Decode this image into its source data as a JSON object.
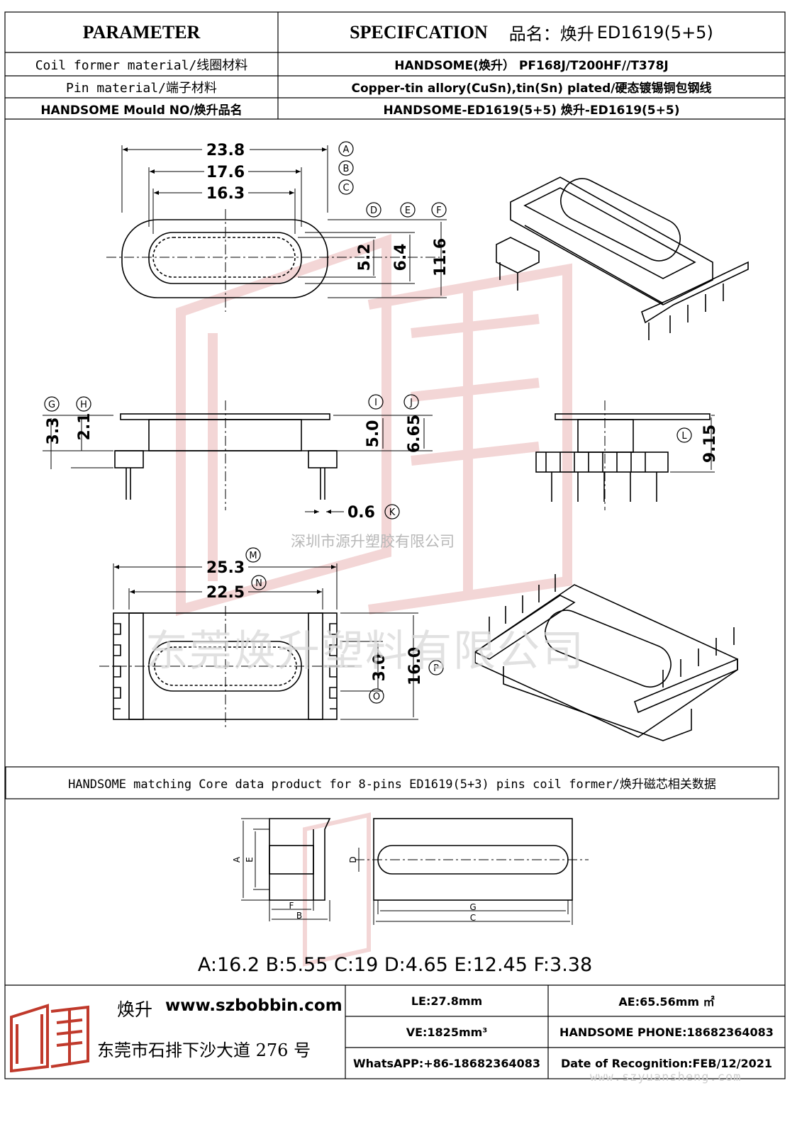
{
  "header": {
    "parameter": "PARAMETER",
    "specification": "SPECIFCATION",
    "product_name_label": "品名：焕升",
    "product_name_value": "ED1619(5+5)"
  },
  "rows": [
    {
      "label": "Coil former material/线圈材料",
      "value": "HANDSOME(焕升）  PF168J/T200HF//T378J"
    },
    {
      "label": "Pin material/端子材料",
      "value": "Copper-tin allory(CuSn),tin(Sn) plated/硬态镀锡铜包钢线"
    },
    {
      "label": "HANDSOME Mould NO/焕升品名",
      "value": "HANDSOME-ED1619(5+5)  焕升-ED1619(5+5)"
    }
  ],
  "drawing": {
    "top_view": {
      "dims": [
        "23.8",
        "17.6",
        "16.3"
      ],
      "callouts_w": [
        "A",
        "B",
        "C"
      ],
      "heights": [
        "5.2",
        "6.4",
        "11.6"
      ],
      "callouts_h": [
        "D",
        "E",
        "F"
      ]
    },
    "side_view": {
      "dims_left": [
        "3.3",
        "2.1"
      ],
      "callouts_left": [
        "G",
        "H"
      ],
      "dims_right": [
        "5.0",
        "6.65"
      ],
      "callouts_right": [
        "I",
        "J"
      ],
      "pin": "0.6",
      "pin_callout": "K"
    },
    "end_view": {
      "dim": "9.15",
      "callout": "L"
    },
    "bottom_view": {
      "dims_w": [
        "25.3",
        "22.5"
      ],
      "callouts_w": [
        "M",
        "N"
      ],
      "dims_h": [
        "3.0",
        "16.0"
      ],
      "callouts_h": [
        "O",
        "P"
      ]
    },
    "watermark_company": "深圳市源升塑胶有限公司",
    "watermark_big": "东莞焕升塑料有限公司"
  },
  "core_section": {
    "title": "HANDSOME matching Core data  product for 8-pins ED1619(5+3) pins coil former/焕升磁芯相关数据",
    "core_labels": [
      "A",
      "E",
      "F",
      "B",
      "D",
      "G",
      "C"
    ],
    "core_values": "A:16.2 B:5.55 C:19 D:4.65 E:12.45 F:3.38"
  },
  "footer": {
    "brand": "焕升",
    "website": "www.szbobbin.com",
    "address": "东莞市石排下沙大道 276 号",
    "cells": {
      "le": "LE:27.8mm",
      "ae": "AE:65.56mm ㎡",
      "ve": "VE:1825mm³",
      "phone": "HANDSOME PHONE:18682364083",
      "whatsapp": "WhatsAPP:+86-18682364083",
      "date": "Date of Recognition:FEB/12/2021"
    },
    "watermark_url": "www.szyuansheng.com"
  },
  "colors": {
    "line": "#000000",
    "watermark": "#e8a0a0",
    "logo": "#c0392b"
  }
}
